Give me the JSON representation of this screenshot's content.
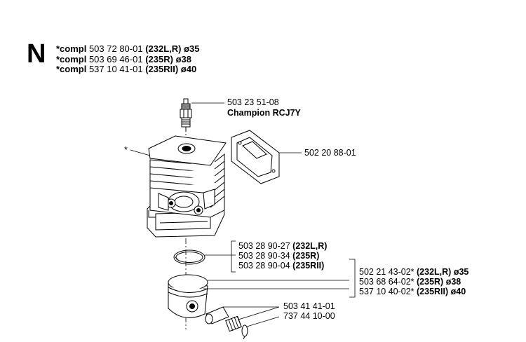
{
  "section_letter": "N",
  "header": [
    {
      "prefix": "*compl",
      "part": " 503 72 80-01 ",
      "models": "(232L,R)",
      "size": " ø35"
    },
    {
      "prefix": "*compl",
      "part": " 503 69 46-01 ",
      "models": "(235R)",
      "size": " ø38"
    },
    {
      "prefix": "*compl",
      "part": " 537 10 41-01 ",
      "models": "(235RII)",
      "size": " ø40"
    }
  ],
  "callouts": {
    "spark_plug": {
      "part": "503 23 51-08",
      "name": "Champion RCJ7Y"
    },
    "cylinder_asterisk": "*",
    "gasket": "502 20 88-01",
    "rings": [
      {
        "part": "503 28 90-27 ",
        "models": "(232L,R)"
      },
      {
        "part": "503 28 90-34 ",
        "models": "(235R)"
      },
      {
        "part": "503 28 90-04 ",
        "models": "(235RII)"
      }
    ],
    "pistons": [
      {
        "part": "502 21 43-02* ",
        "models": "(232L,R)",
        "size": " ø35"
      },
      {
        "part": "503 68 64-02* ",
        "models": "(235R)",
        "size": " ø38"
      },
      {
        "part": "537 10 40-02* ",
        "models": "(235RII)",
        "size": " ø40"
      }
    ],
    "bearing": "503 41 41-01",
    "circlip": "737 44 10-00"
  }
}
